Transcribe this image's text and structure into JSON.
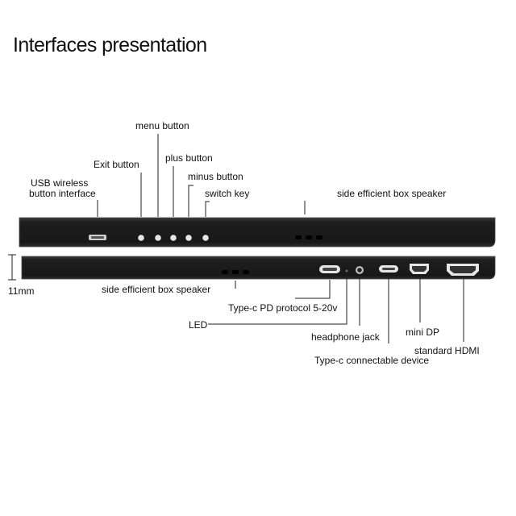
{
  "title": "Interfaces presentation",
  "labels": {
    "menu_button": "menu button",
    "exit_button": "Exit button",
    "plus_button": "plus button",
    "usb_wireless_line1": "USB wireless",
    "usb_wireless_line2": "button interface",
    "minus_button": "minus button",
    "switch_key": "switch key",
    "speaker_top": "side efficient box speaker",
    "thickness": "11mm",
    "speaker_bottom": "side efficient box speaker",
    "typec_pd": "Type-c PD protocol 5-20v",
    "led": "LED",
    "headphone_jack": "headphone jack",
    "mini_dp": "mini DP",
    "standard_hdmi": "standard HDMI",
    "typec_connectable": "Type-c connectable device"
  },
  "colors": {
    "device_body": "#1c1c1c",
    "device_edge": "#3a3a3a",
    "port_highlight": "#e6e6e6",
    "leader_line": "#222222"
  }
}
